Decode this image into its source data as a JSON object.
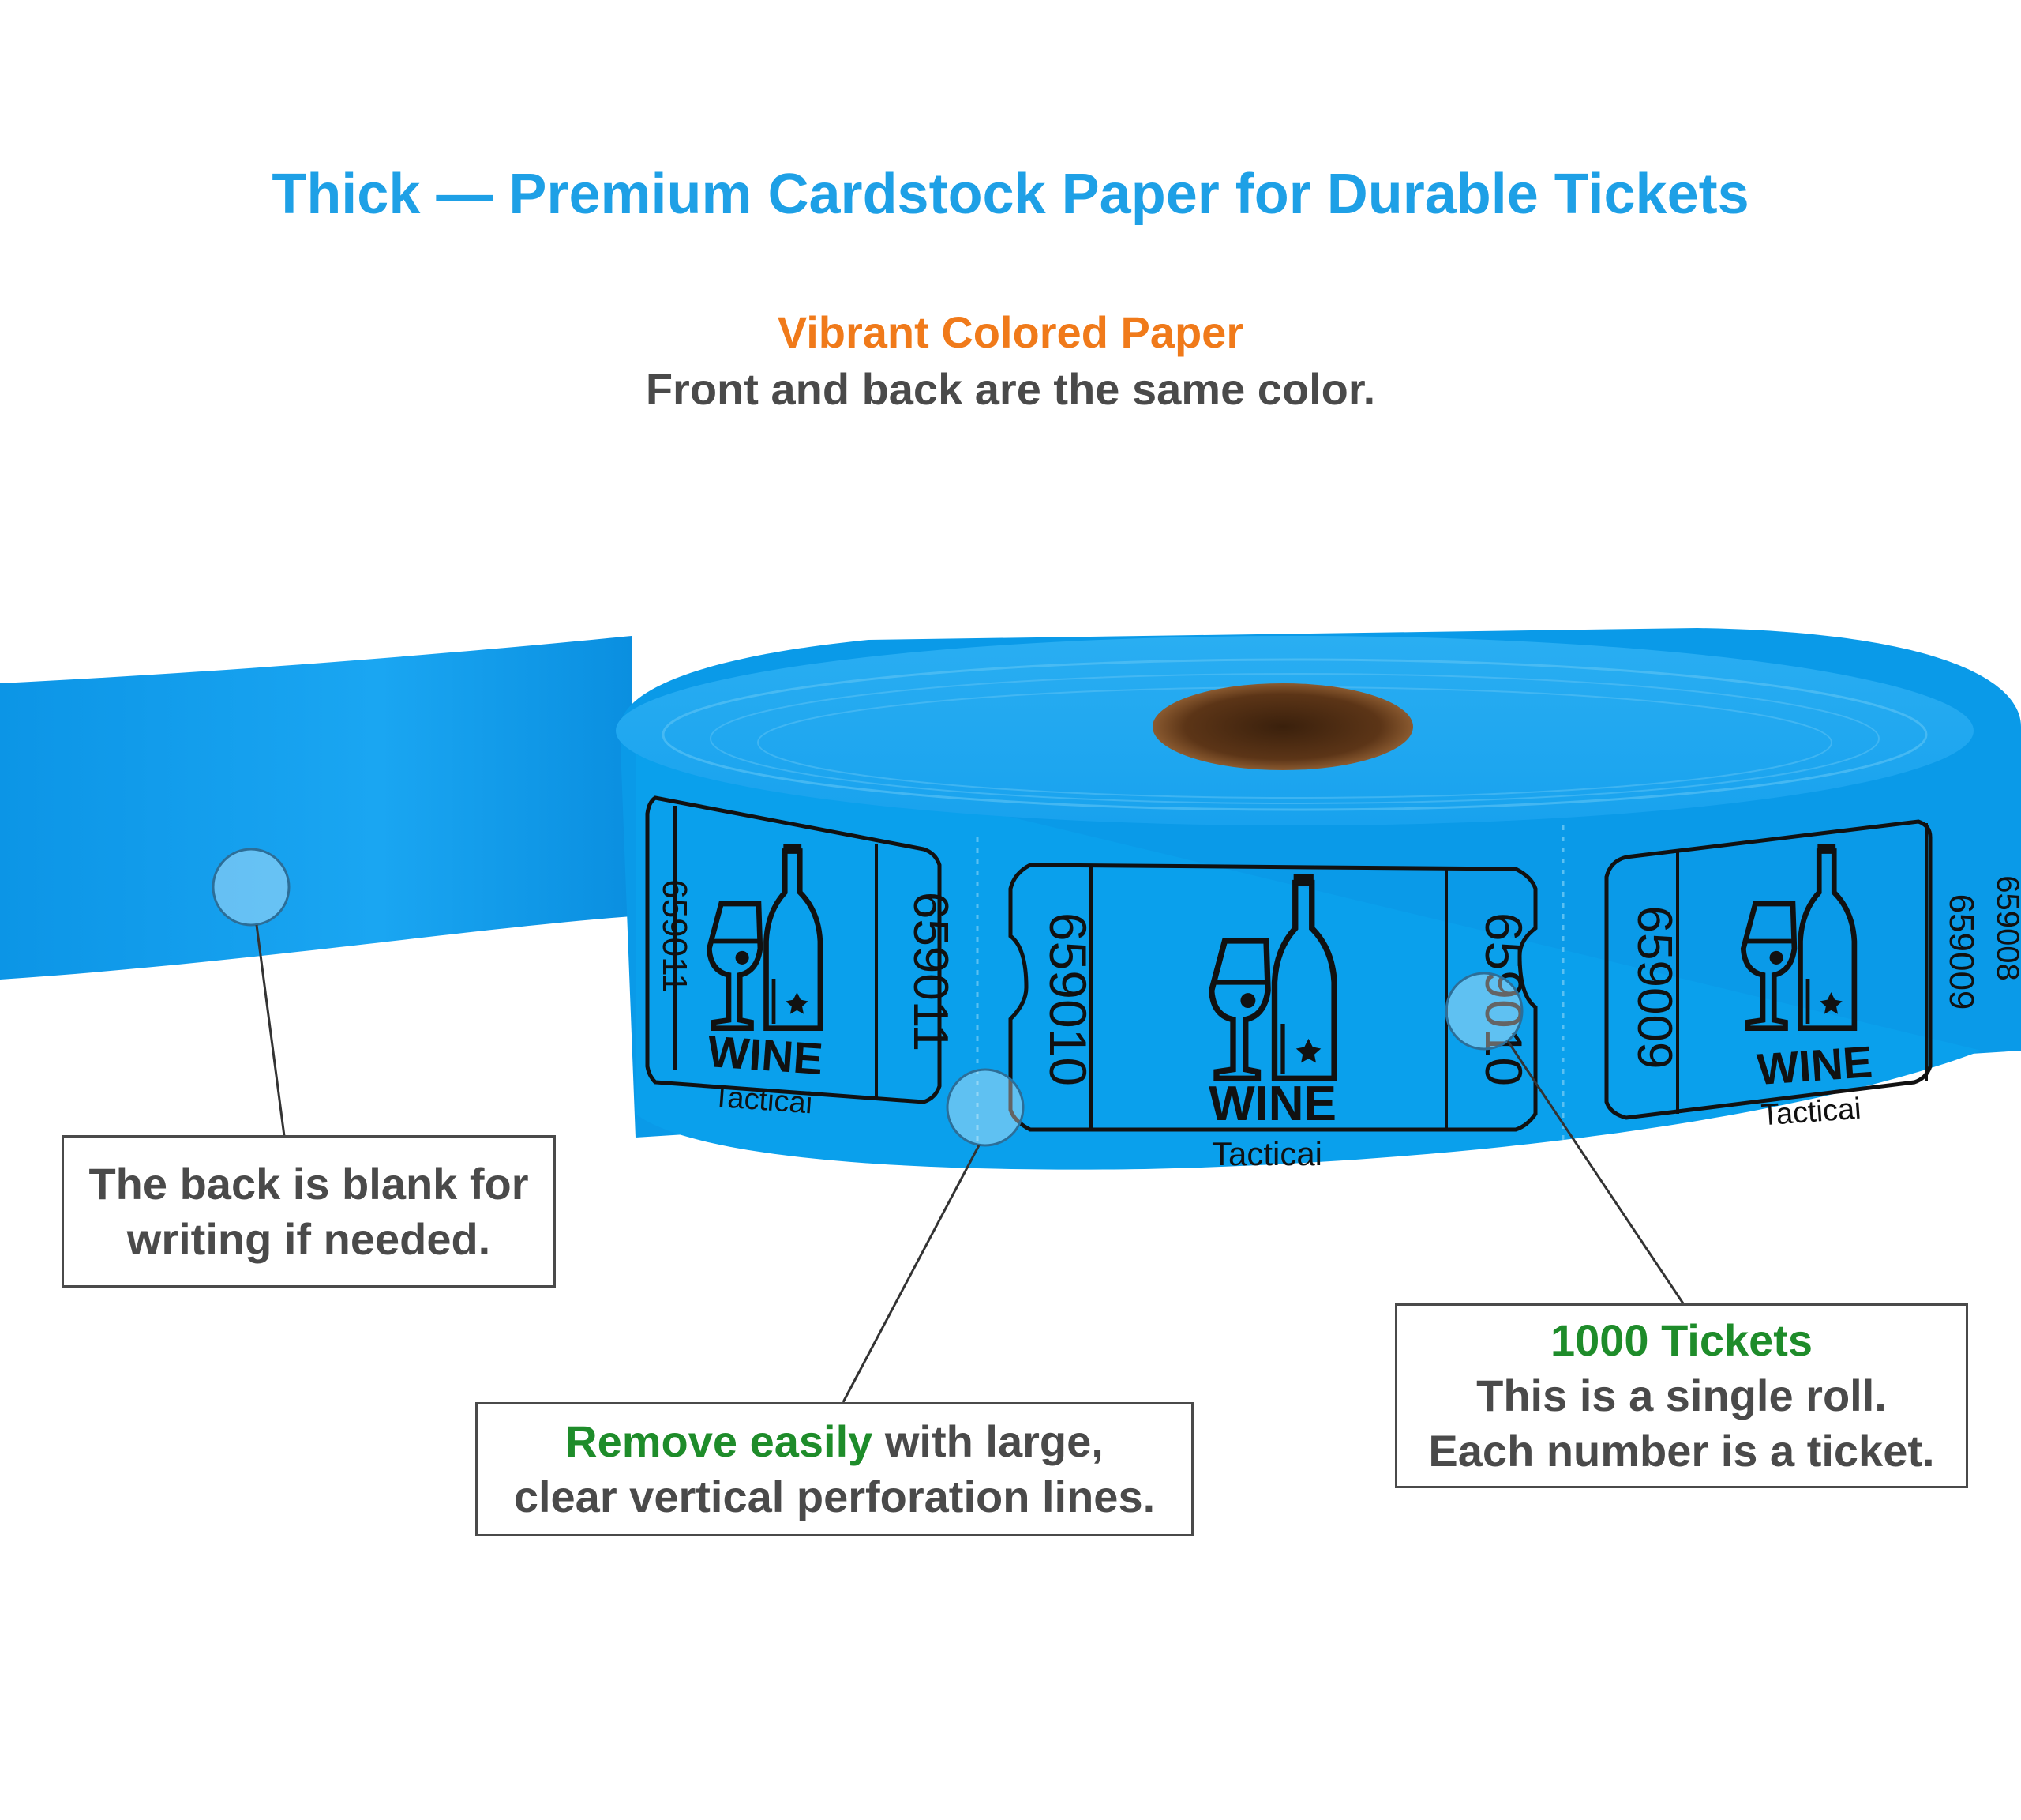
{
  "header": {
    "title": "Thick — Premium Cardstock Paper for Durable Tickets",
    "accent": "Vibrant Colored Paper",
    "subtitle": "Front and back are the same color."
  },
  "colors": {
    "title": "#1ea0e6",
    "accent_orange": "#f07a1a",
    "accent_green": "#1e8c2a",
    "text": "#4a4a4a",
    "ticket_blue": "#0aa0ec",
    "core_brown": "#6b3f1f"
  },
  "tickets": {
    "left": {
      "number_main": "659011",
      "number_stub": "659011",
      "label": "WINE",
      "brand": "Tacticai",
      "icon": "wine-glass-and-bottle-icon"
    },
    "center": {
      "number_main": "659010",
      "number_stub": "659010",
      "label": "WINE",
      "brand": "Tacticai",
      "icon": "wine-glass-and-bottle-icon"
    },
    "right": {
      "number_main": "659009",
      "number_stub": "659009",
      "label": "WINE",
      "brand": "Tacticai",
      "icon": "wine-glass-and-bottle-icon"
    },
    "edge_right": {
      "number_stub": "659008"
    }
  },
  "callouts": {
    "back": {
      "line1": "The back is blank for",
      "line2": "writing if needed."
    },
    "remove": {
      "green": "Remove easily",
      "rest": " with large,",
      "line2": "clear vertical perforation lines."
    },
    "roll": {
      "green": "1000 Tickets",
      "line2": "This is a single roll.",
      "line3": "Each number is a ticket."
    }
  }
}
